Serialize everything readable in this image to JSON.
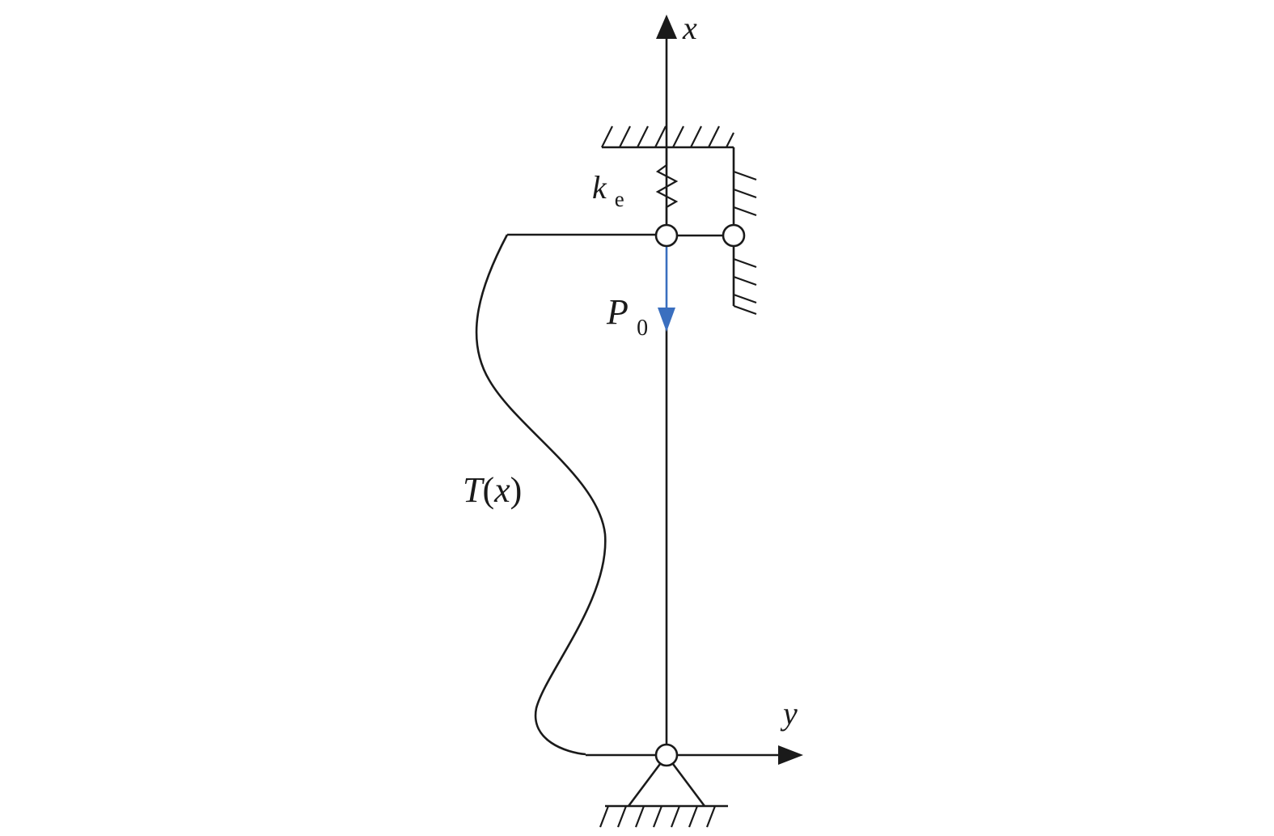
{
  "labels": {
    "x_axis": "x",
    "y_axis": "y",
    "spring_symbol": "k",
    "spring_subscript": "e",
    "load_symbol": "P",
    "load_subscript": "0",
    "distribution_symbol": "T",
    "distribution_open": "(",
    "distribution_arg": "x",
    "distribution_close": ")"
  },
  "colors": {
    "line": "#1a1a1a",
    "load_arrow": "#3a6fbf",
    "background": "#ffffff"
  }
}
